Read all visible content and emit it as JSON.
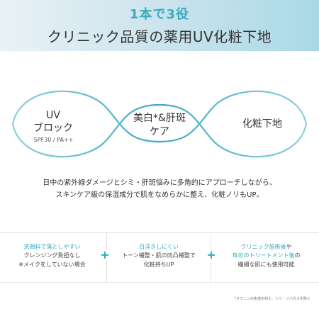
{
  "header": {
    "kicker": "1本で3役",
    "title": "クリニック品質の薬用UV化粧下地"
  },
  "diagram": {
    "left": {
      "title": "UV",
      "subtitle": "ブロック",
      "spec": "SPF30 / PA++"
    },
    "middle": {
      "line1": "美白*&肝斑",
      "line2": "ケア"
    },
    "right": {
      "label": "化粧下地"
    }
  },
  "description": {
    "line1": "日中の紫外線ダメージとシミ・肝斑悩みに多角的にアプローチしながら、",
    "line2": "スキンケア級の保湿成分で肌をなめらかに整え、化粧ノリもUP。"
  },
  "benefits": [
    {
      "highlight": "洗顔料で落としやすい",
      "line2": "クレンジング負担なし",
      "line3": "※メイクをしていない場合"
    },
    {
      "highlight": "白浮きしにくい",
      "line2": "トーン補整・肌の凹凸補整で",
      "line3": "化粧持ちUP"
    },
    {
      "highlight_a": "クリニック施術後",
      "suffix_a": "や",
      "highlight_b": "攻めのトリートメント後",
      "suffix_b": "の",
      "line3": "繊細な肌にも使用可能"
    }
  ],
  "footnote": "*メラニンの生成を抑え、シミ・ソバカスを防ぐ",
  "colors": {
    "accent": "#36aac4",
    "header_gradient_start": "#e9f2f6",
    "header_gradient_end": "#a9d9e6",
    "curve": "#3aaac2"
  }
}
